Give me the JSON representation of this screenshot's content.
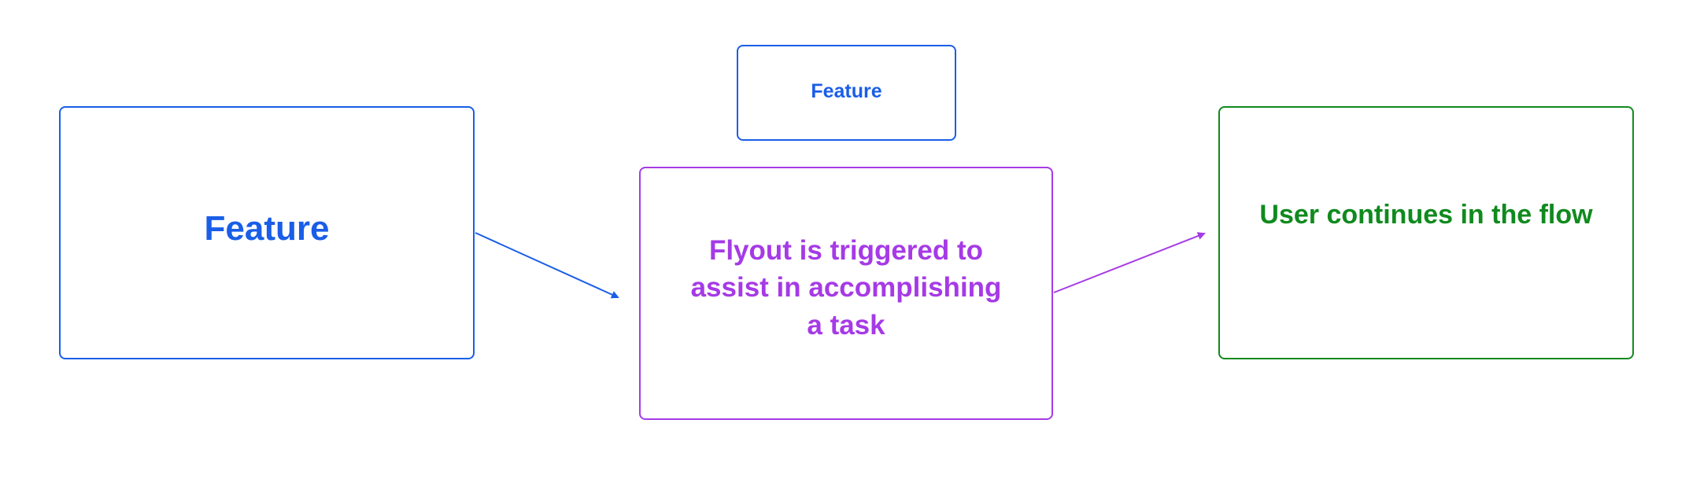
{
  "diagram": {
    "nodes": {
      "feature_left": {
        "label": "Feature",
        "color": "#1a5ee8"
      },
      "feature_top": {
        "label": "Feature",
        "color": "#1a5ee8"
      },
      "flyout": {
        "label": "Flyout is triggered to assist in accomplishing a task",
        "color": "#a63ae6"
      },
      "user_continues": {
        "label": "User continues in the flow",
        "color": "#108a1e"
      }
    },
    "edges": [
      {
        "from": "feature_left",
        "to": "flyout",
        "color": "#1a5ee8"
      },
      {
        "from": "flyout",
        "to": "user_continues",
        "color": "#a63ae6"
      }
    ]
  }
}
